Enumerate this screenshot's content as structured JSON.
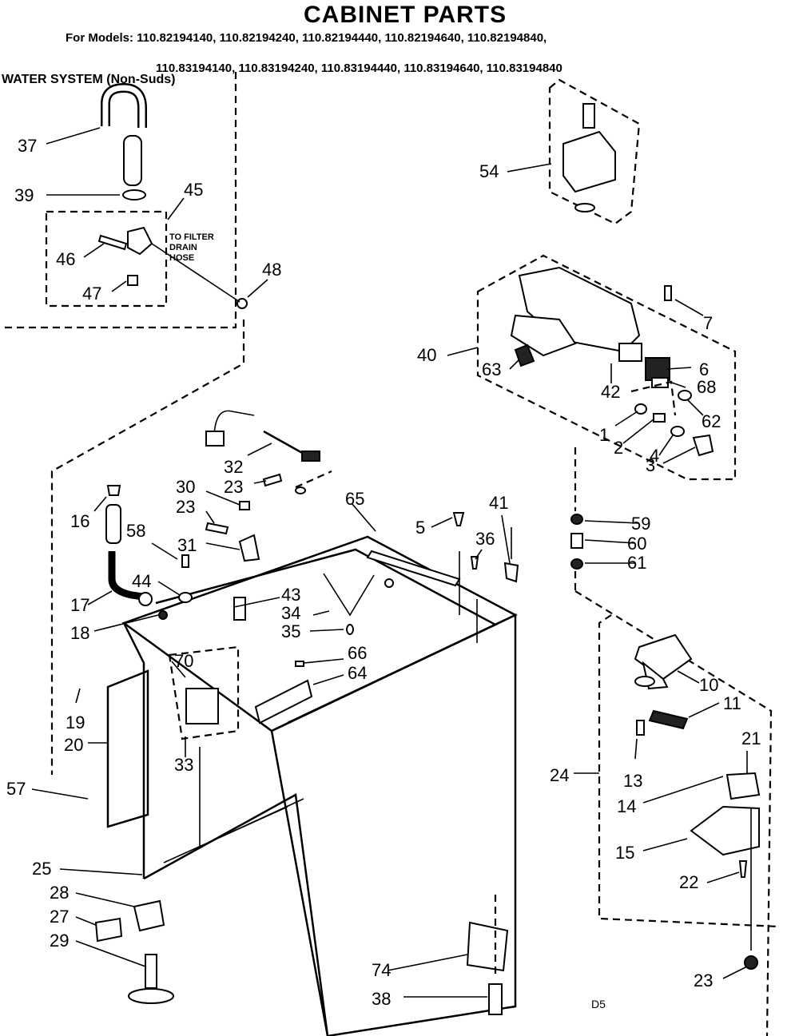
{
  "title": "CABINET PARTS",
  "models_line1": "For Models: 110.82194140, 110.82194240, 110.82194440, 110.82194640, 110.82194840,",
  "models_line2": "110.83194140, 110.83194240, 110.83194440, 110.83194640, 110.83194840",
  "section_label": "WATER SYSTEM (Non-Suds)",
  "filter_note": [
    "TO FILTER",
    "DRAIN",
    "HOSE"
  ],
  "code": "D5",
  "callouts": [
    "37",
    "39",
    "45",
    "46",
    "47",
    "48",
    "54",
    "7",
    "40",
    "63",
    "42",
    "6",
    "68",
    "62",
    "1",
    "2",
    "4",
    "3",
    "32",
    "23",
    "30",
    "23",
    "31",
    "16",
    "58",
    "65",
    "5",
    "36",
    "41",
    "59",
    "60",
    "61",
    "17",
    "44",
    "43",
    "34",
    "35",
    "18",
    "70",
    "66",
    "64",
    "10",
    "11",
    "19",
    "20",
    "33",
    "24",
    "13",
    "14",
    "21",
    "57",
    "15",
    "25",
    "28",
    "22",
    "27",
    "29",
    "74",
    "23",
    "38"
  ]
}
